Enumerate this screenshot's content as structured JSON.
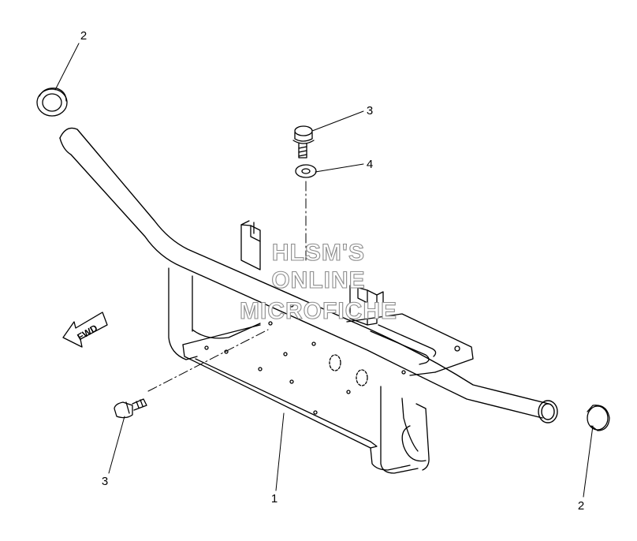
{
  "callouts": {
    "c1": "1",
    "c2_top": "2",
    "c2_right": "2",
    "c3_top": "3",
    "c3_left": "3",
    "c4": "4"
  },
  "direction_label": "FWD",
  "watermark": {
    "line1": "HLSM'S",
    "line2": "ONLINE",
    "line3": "MICROFICHE"
  },
  "colors": {
    "line": "#000000",
    "background": "#ffffff",
    "watermark_outline": "#8c8c8c"
  }
}
